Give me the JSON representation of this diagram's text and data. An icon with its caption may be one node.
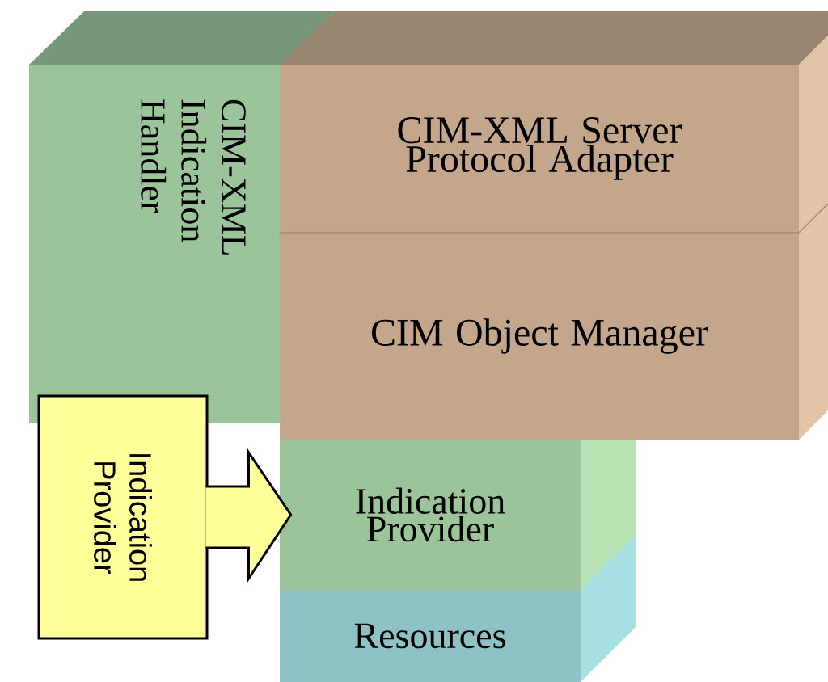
{
  "diagram": {
    "nodes": [
      {
        "text": [
          "CIM-XML Indication Handler"
        ]
      },
      {
        "text": [
          "CIM-XML Server Protocol Adapter"
        ]
      },
      {
        "text": [
          "CIM Object Manager"
        ]
      },
      {
        "text": [
          "Indication Provider"
        ]
      },
      {
        "text": [
          "Resources"
        ]
      },
      {
        "text": [
          "Indication Provider"
        ]
      }
    ],
    "edges": [
      {
        "from": 5,
        "to": 3,
        "arrow": "to"
      }
    ]
  }
}
